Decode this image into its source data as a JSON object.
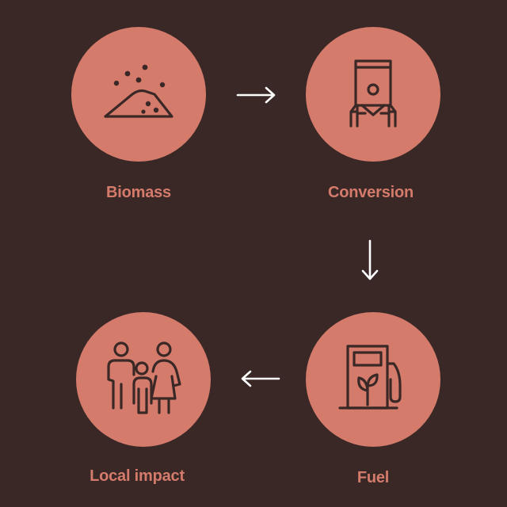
{
  "nodes": [
    {
      "id": "biomass",
      "label": "Biomass",
      "icon": "biomass-pile-icon"
    },
    {
      "id": "conversion",
      "label": "Conversion",
      "icon": "reactor-tank-icon"
    },
    {
      "id": "fuel",
      "label": "Fuel",
      "icon": "fuel-pump-leaf-icon"
    },
    {
      "id": "local-impact",
      "label": "Local impact",
      "icon": "family-icon"
    }
  ],
  "arrows": [
    {
      "from": "biomass",
      "to": "conversion",
      "icon": "arrow-right-icon"
    },
    {
      "from": "conversion",
      "to": "fuel",
      "icon": "arrow-down-icon"
    },
    {
      "from": "fuel",
      "to": "local-impact",
      "icon": "arrow-left-icon"
    }
  ],
  "colors": {
    "background": "#3a2827",
    "accent": "#d47b6b",
    "arrow": "#ffffff"
  }
}
